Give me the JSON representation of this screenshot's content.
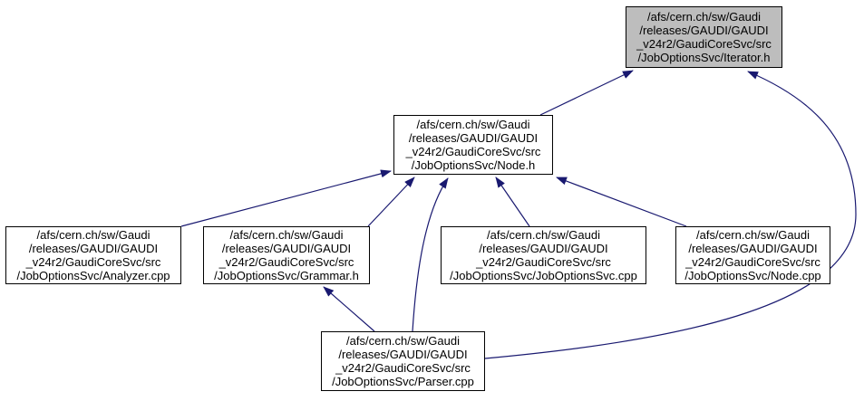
{
  "diagram": {
    "type": "include-dependency-graph",
    "colors": {
      "background": "#ffffff",
      "edge": "#191970",
      "node_fill": "#ffffff",
      "highlight_fill": "#bdbdbd",
      "border": "#000000"
    },
    "nodes": [
      {
        "id": "iterator_h",
        "highlight": true,
        "label": "/afs/cern.ch/sw/Gaudi\n/releases/GAUDI/GAUDI\n_v24r2/GaudiCoreSvc/src\n/JobOptionsSvc/Iterator.h"
      },
      {
        "id": "node_h",
        "highlight": false,
        "label": "/afs/cern.ch/sw/Gaudi\n/releases/GAUDI/GAUDI\n_v24r2/GaudiCoreSvc/src\n/JobOptionsSvc/Node.h"
      },
      {
        "id": "analyzer_cpp",
        "highlight": false,
        "label": "/afs/cern.ch/sw/Gaudi\n/releases/GAUDI/GAUDI\n_v24r2/GaudiCoreSvc/src\n/JobOptionsSvc/Analyzer.cpp"
      },
      {
        "id": "grammar_h",
        "highlight": false,
        "label": "/afs/cern.ch/sw/Gaudi\n/releases/GAUDI/GAUDI\n_v24r2/GaudiCoreSvc/src\n/JobOptionsSvc/Grammar.h"
      },
      {
        "id": "joboptionssvc_cpp",
        "highlight": false,
        "label": "/afs/cern.ch/sw/Gaudi\n/releases/GAUDI/GAUDI\n_v24r2/GaudiCoreSvc/src\n/JobOptionsSvc/JobOptionsSvc.cpp"
      },
      {
        "id": "node_cpp",
        "highlight": false,
        "label": "/afs/cern.ch/sw/Gaudi\n/releases/GAUDI/GAUDI\n_v24r2/GaudiCoreSvc/src\n/JobOptionsSvc/Node.cpp"
      },
      {
        "id": "parser_cpp",
        "highlight": false,
        "label": "/afs/cern.ch/sw/Gaudi\n/releases/GAUDI/GAUDI\n_v24r2/GaudiCoreSvc/src\n/JobOptionsSvc/Parser.cpp"
      }
    ],
    "edges": [
      {
        "from": "node_h",
        "to": "iterator_h"
      },
      {
        "from": "parser_cpp",
        "to": "iterator_h"
      },
      {
        "from": "analyzer_cpp",
        "to": "node_h"
      },
      {
        "from": "grammar_h",
        "to": "node_h"
      },
      {
        "from": "parser_cpp",
        "to": "node_h"
      },
      {
        "from": "joboptionssvc_cpp",
        "to": "node_h"
      },
      {
        "from": "node_cpp",
        "to": "node_h"
      },
      {
        "from": "parser_cpp",
        "to": "grammar_h"
      }
    ]
  }
}
